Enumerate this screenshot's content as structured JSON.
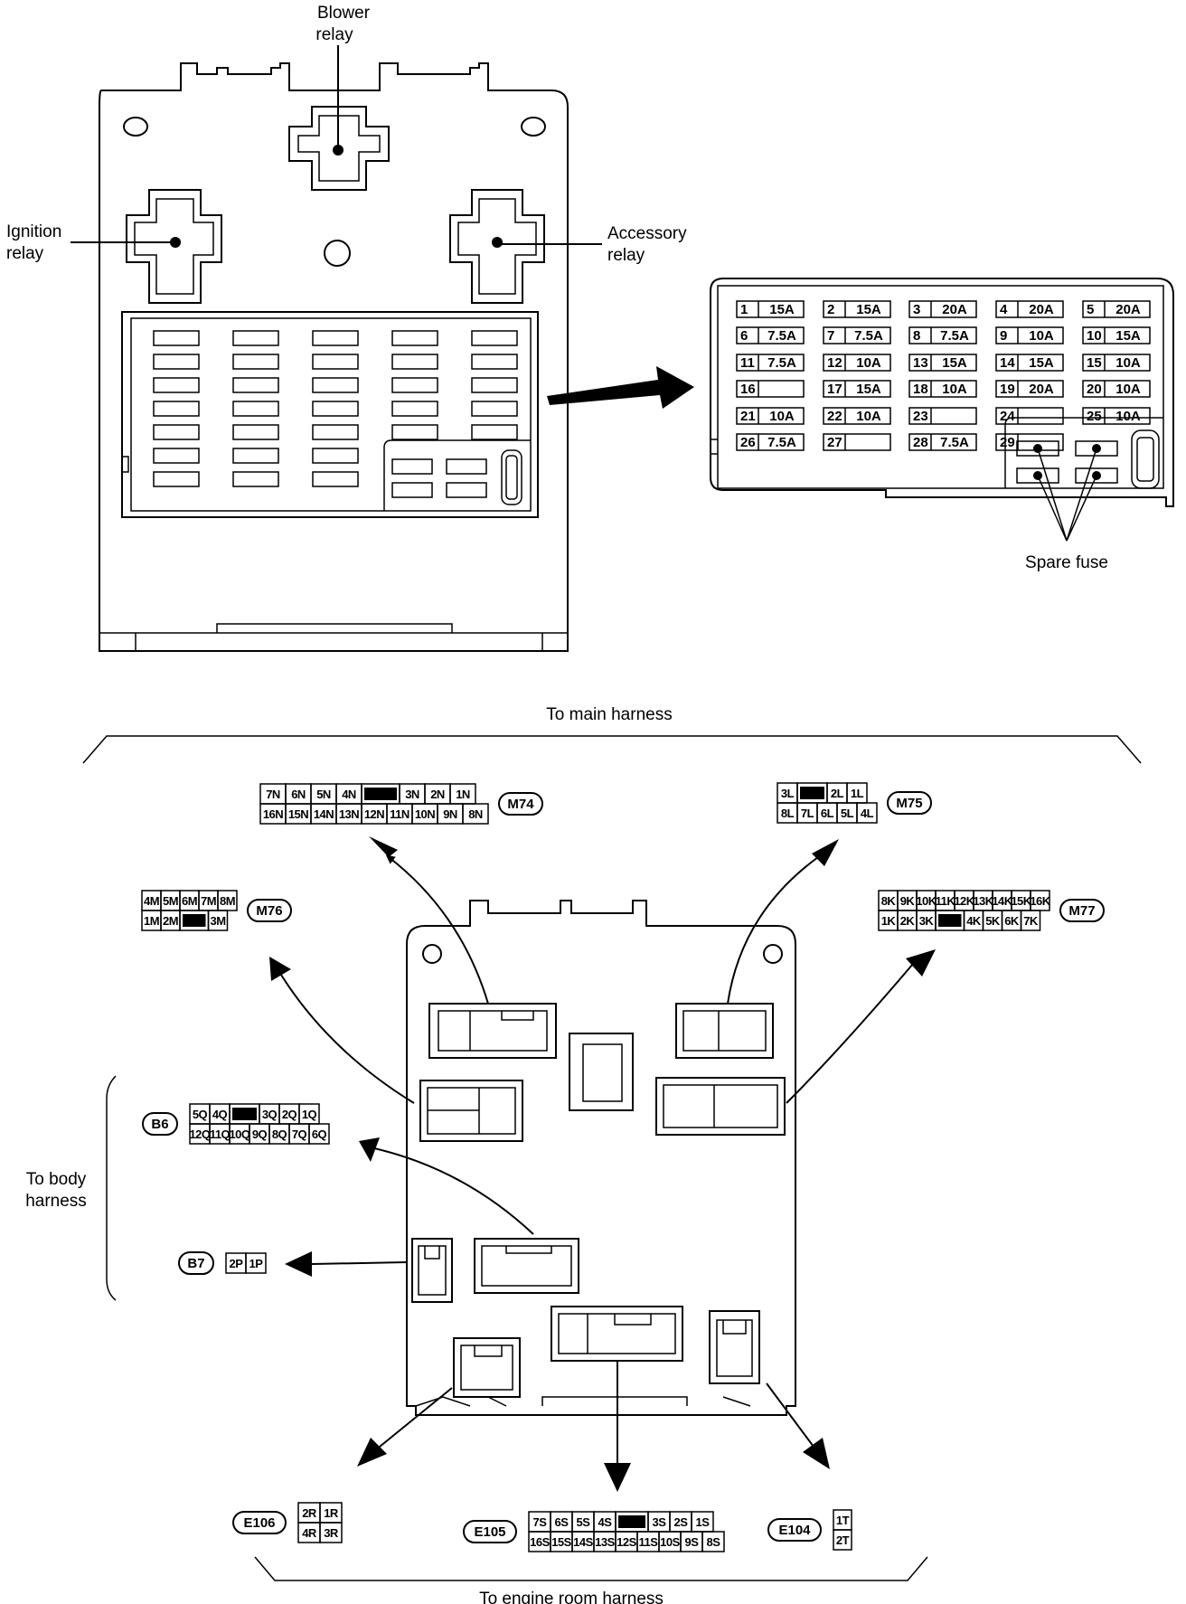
{
  "labels": {
    "blower": "Blower relay",
    "ignition": "Ignition relay",
    "accessory": "Accessory relay",
    "spare": "Spare fuse",
    "main": "To main harness",
    "body": "To body harness",
    "engine": "To engine room harness"
  },
  "fuses": [
    {
      "n": "1",
      "a": "15A"
    },
    {
      "n": "2",
      "a": "15A"
    },
    {
      "n": "3",
      "a": "20A"
    },
    {
      "n": "4",
      "a": "20A"
    },
    {
      "n": "5",
      "a": "20A"
    },
    {
      "n": "6",
      "a": "7.5A"
    },
    {
      "n": "7",
      "a": "7.5A"
    },
    {
      "n": "8",
      "a": "7.5A"
    },
    {
      "n": "9",
      "a": "10A"
    },
    {
      "n": "10",
      "a": "15A"
    },
    {
      "n": "11",
      "a": "7.5A"
    },
    {
      "n": "12",
      "a": "10A"
    },
    {
      "n": "13",
      "a": "15A"
    },
    {
      "n": "14",
      "a": "15A"
    },
    {
      "n": "15",
      "a": "10A"
    },
    {
      "n": "16",
      "a": ""
    },
    {
      "n": "17",
      "a": "15A"
    },
    {
      "n": "18",
      "a": "10A"
    },
    {
      "n": "19",
      "a": "20A"
    },
    {
      "n": "20",
      "a": "10A"
    },
    {
      "n": "21",
      "a": "10A"
    },
    {
      "n": "22",
      "a": "10A"
    },
    {
      "n": "23",
      "a": ""
    },
    {
      "n": "24",
      "a": ""
    },
    {
      "n": "25",
      "a": "10A"
    },
    {
      "n": "26",
      "a": "7.5A"
    },
    {
      "n": "27",
      "a": ""
    },
    {
      "n": "28",
      "a": "7.5A"
    },
    {
      "n": "29",
      "a": ""
    }
  ],
  "connectors": {
    "M74": {
      "id": "M74",
      "rows": [
        [
          "7N",
          "6N",
          "5N",
          "4N",
          "#",
          "3N",
          "2N",
          "1N"
        ],
        [
          "16N",
          "15N",
          "14N",
          "13N",
          "12N",
          "11N",
          "10N",
          "9N",
          "8N"
        ]
      ]
    },
    "M75": {
      "id": "M75",
      "rows": [
        [
          "3L",
          "#",
          "2L",
          "1L"
        ],
        [
          "8L",
          "7L",
          "6L",
          "5L",
          "4L"
        ]
      ]
    },
    "M76": {
      "id": "M76",
      "rows": [
        [
          "4M",
          "5M",
          "6M",
          "7M",
          "8M"
        ],
        [
          "1M",
          "2M",
          "#",
          "3M"
        ]
      ]
    },
    "M77": {
      "id": "M77",
      "rows": [
        [
          "8K",
          "9K",
          "10K",
          "11K",
          "12K",
          "13K",
          "14K",
          "15K",
          "16K"
        ],
        [
          "1K",
          "2K",
          "3K",
          "#",
          "4K",
          "5K",
          "6K",
          "7K"
        ]
      ]
    },
    "B6": {
      "id": "B6",
      "rows": [
        [
          "5Q",
          "4Q",
          "#",
          "3Q",
          "2Q",
          "1Q"
        ],
        [
          "12Q",
          "11Q",
          "10Q",
          "9Q",
          "8Q",
          "7Q",
          "6Q"
        ]
      ]
    },
    "B7": {
      "id": "B7",
      "rows": [
        [
          "2P",
          "1P"
        ]
      ]
    },
    "E106": {
      "id": "E106",
      "rows": [
        [
          "2R",
          "1R"
        ],
        [
          "4R",
          "3R"
        ]
      ]
    },
    "E105": {
      "id": "E105",
      "rows": [
        [
          "7S",
          "6S",
          "5S",
          "4S",
          "#",
          "3S",
          "2S",
          "1S"
        ],
        [
          "16S",
          "15S",
          "14S",
          "13S",
          "12S",
          "11S",
          "10S",
          "9S",
          "8S"
        ]
      ]
    },
    "E104": {
      "id": "E104",
      "rows": [
        [
          "1T"
        ],
        [
          "2T"
        ]
      ]
    }
  }
}
